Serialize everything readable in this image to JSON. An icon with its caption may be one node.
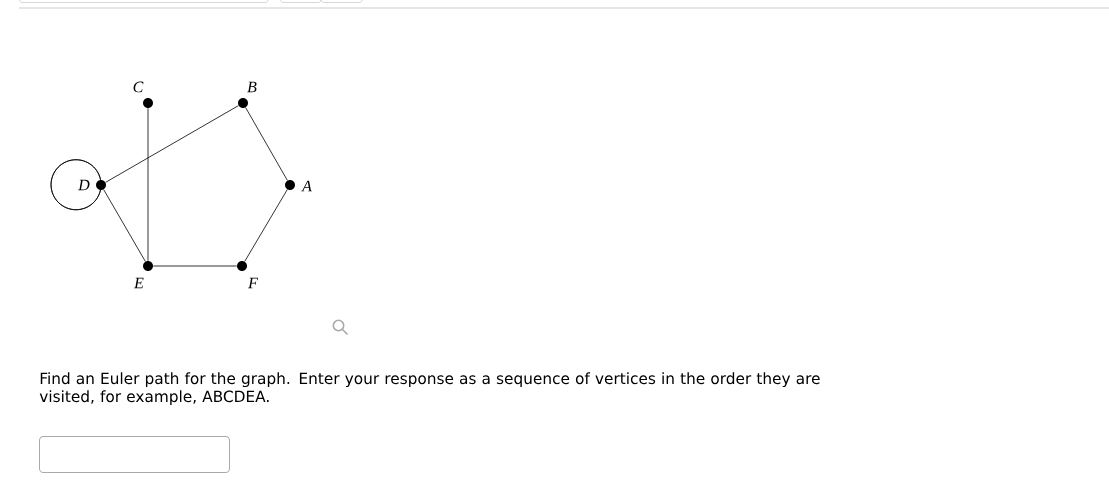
{
  "diagram": {
    "nodes": [
      {
        "text": [],
        "shape": "circle",
        "beside": [
          "C"
        ]
      },
      {
        "text": [],
        "shape": "circle",
        "beside": [
          "B"
        ]
      },
      {
        "text": [],
        "shape": "circle",
        "beside": [
          "D"
        ]
      },
      {
        "text": [],
        "shape": "circle",
        "beside": [
          "A"
        ]
      },
      {
        "text": [],
        "shape": "circle",
        "beside": [
          "E"
        ]
      },
      {
        "text": [],
        "shape": "circle",
        "beside": [
          "F"
        ]
      }
    ],
    "edges": [
      {
        "from": 0,
        "to": 4,
        "arrow": "none"
      },
      {
        "from": 2,
        "to": 1,
        "arrow": "none"
      },
      {
        "from": 1,
        "to": 3,
        "arrow": "none"
      },
      {
        "from": 2,
        "to": 2,
        "arrow": "none"
      },
      {
        "from": 2,
        "to": 4,
        "arrow": "none"
      },
      {
        "from": 3,
        "to": 5,
        "arrow": "none"
      },
      {
        "from": 4,
        "to": 5,
        "arrow": "none"
      }
    ],
    "labels": [
      "Find an Euler path for the graph. Enter your response as a sequence of vertices in the order they are visited, for example, ABCDEA."
    ]
  }
}
